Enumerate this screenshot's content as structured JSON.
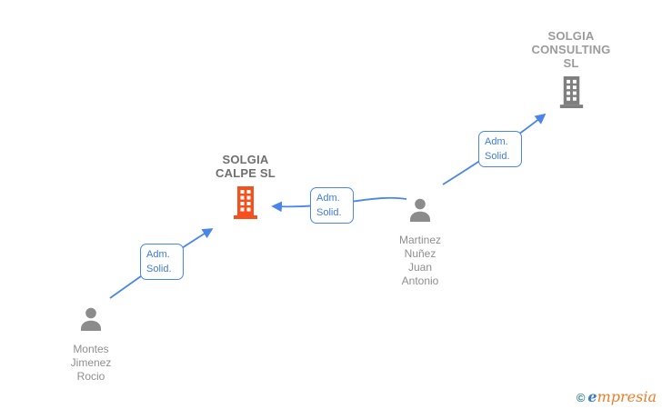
{
  "diagram": {
    "nodes": {
      "consulting": {
        "name": "SOLGIA CONSULTING SL",
        "type": "company"
      },
      "calpe": {
        "name": "SOLGIA CALPE SL",
        "type": "company",
        "highlighted": true
      },
      "martinez": {
        "name": "Martinez Nuñez Juan Antonio",
        "type": "person"
      },
      "montes": {
        "name": "Montes Jimenez Rocio",
        "type": "person"
      }
    },
    "edges": [
      {
        "from": "Montes Jimenez Rocio",
        "to": "SOLGIA CALPE SL",
        "label": "Adm. Solid."
      },
      {
        "from": "Martinez Nuñez Juan Antonio",
        "to": "SOLGIA CALPE SL",
        "label": "Adm. Solid."
      },
      {
        "from": "Martinez Nuñez Juan Antonio",
        "to": "SOLGIA CONSULTING SL",
        "label": "Adm. Solid."
      }
    ],
    "colors": {
      "highlight_company": "#F4511E",
      "company": "#7f7f7f",
      "person": "#8c8c8c",
      "edge": "#4a86e8",
      "edge_label_text": "#3d7be8"
    }
  },
  "footer": {
    "copyright_symbol": "©",
    "brand_initial": "e",
    "brand_rest": "mpresia"
  }
}
